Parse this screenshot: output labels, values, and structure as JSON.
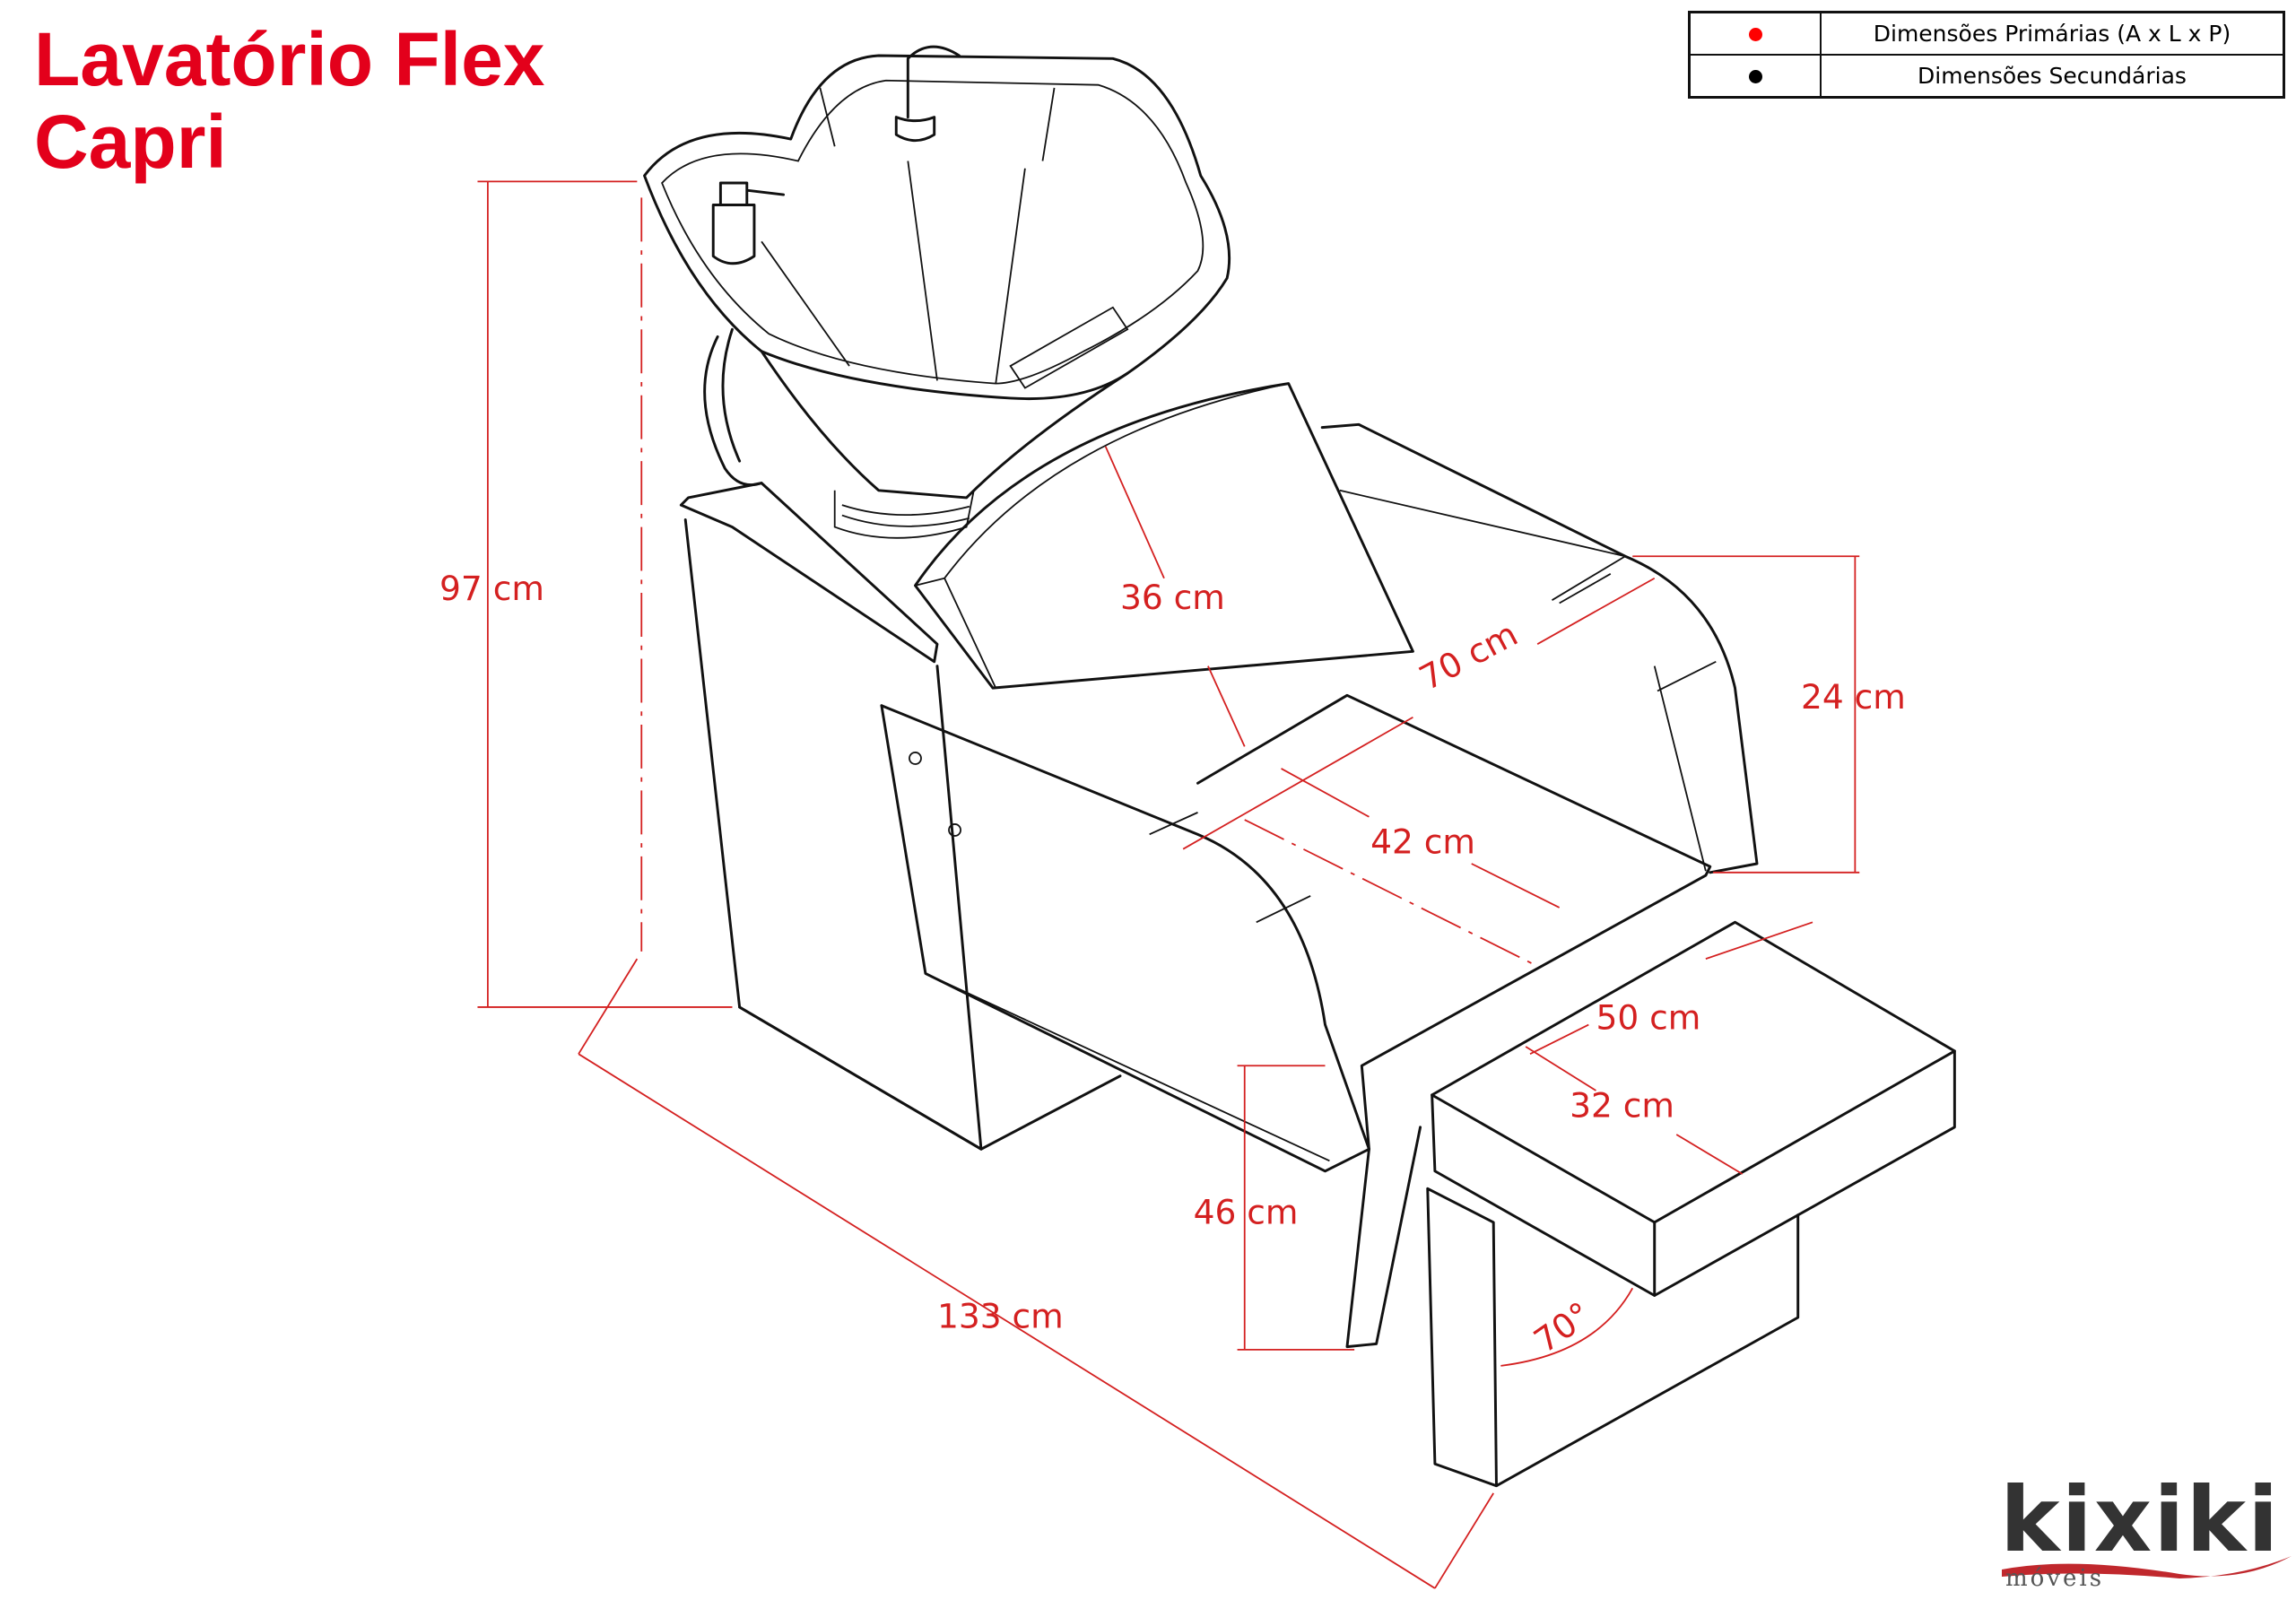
{
  "title": {
    "line1": "Lavatório Flex",
    "line2": "Capri"
  },
  "legend": [
    {
      "color": "#ff0000",
      "label": "Dimensões Primárias (A x L x P)"
    },
    {
      "color": "#000000",
      "label": "Dimensões Secundárias"
    }
  ],
  "dimensions": {
    "height_total": "97 cm",
    "length_total": "133 cm",
    "backrest": "36 cm",
    "seat_width": "70 cm",
    "armrest_height": "24 cm",
    "seat_depth": "42 cm",
    "footrest_width": "50 cm",
    "footrest_depth": "32 cm",
    "seat_height": "46 cm",
    "footrest_angle": "70°"
  },
  "logo": {
    "name": "kixiki",
    "tagline": "móveis"
  },
  "colors": {
    "dimension": "#d42020",
    "title": "#e3001b",
    "line": "#111111"
  }
}
